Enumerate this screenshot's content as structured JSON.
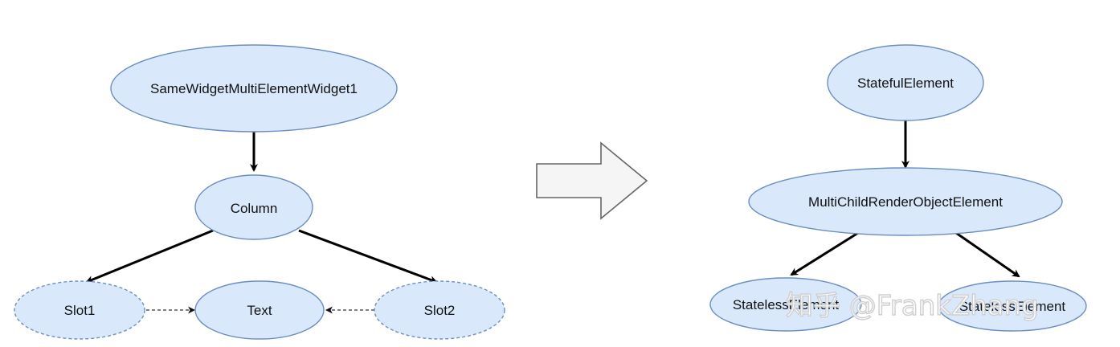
{
  "colors": {
    "node_fill": "#dae8fc",
    "node_stroke": "#6c8ebf",
    "edge": "#000000",
    "dashed_edge": "#333333",
    "arrow_fill": "#f5f5f5",
    "arrow_stroke": "#666666"
  },
  "left_tree": {
    "root": "SameWidgetMultiElementWidget1",
    "column": "Column",
    "slot1": "Slot1",
    "text": "Text",
    "slot2": "Slot2"
  },
  "right_tree": {
    "root": "StatefulElement",
    "multi": "MultiChildRenderObjectElement",
    "child1": "StatelessElement",
    "child2": "StatelessElement"
  },
  "watermark": "知乎 @FrankZhang"
}
